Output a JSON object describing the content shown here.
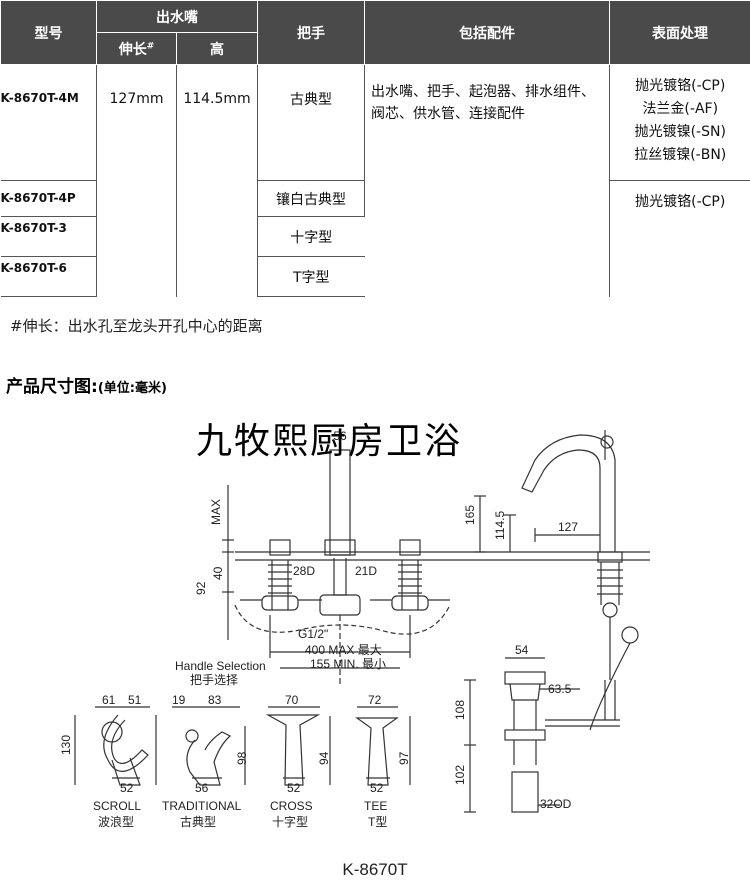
{
  "table": {
    "headers": {
      "model": "型号",
      "spout": "出水嘴",
      "reach": "伸长",
      "reach_mark": "#",
      "height": "高",
      "handle": "把手",
      "parts": "包括配件",
      "finish": "表面处理"
    },
    "rows": [
      {
        "model": "K-8670T-4M",
        "reach": "127mm",
        "height": "114.5mm",
        "handle": "古典型"
      },
      {
        "model": "K-8670T-4P",
        "handle": "镶白古典型"
      },
      {
        "model": "K-8670T-3",
        "handle": "十字型"
      },
      {
        "model": "K-8670T-6",
        "handle": "T字型"
      }
    ],
    "parts_text": "出水嘴、把手、起泡器、排水组件、阀芯、供水管、连接配件",
    "finish_group1": [
      "抛光镀铬(-CP)",
      "法兰金(-AF)",
      "抛光镀镍(-SN)",
      "拉丝镀镍(-BN)"
    ],
    "finish_group2": [
      "抛光镀铬(-CP)"
    ]
  },
  "note": "#伸长：出水孔至龙头开孔中心的距离",
  "section": {
    "title": "产品尺寸图:",
    "unit": "(单位:毫米)"
  },
  "brand": "九牧熙厨房卫浴",
  "drawing": {
    "dims": {
      "d56": "56",
      "max": "MAX",
      "d40": "40",
      "d92": "92",
      "d28d": "28D",
      "d21d": "21D",
      "g12": "G1/2\"",
      "max400": "400 MAX",
      "max400_cn": "最大",
      "min155": "155 MIN.",
      "min155_cn": "最小",
      "d165": "165",
      "d1145": "114.5",
      "d127": "127",
      "d54": "54",
      "d635": "63.5",
      "d108": "108",
      "d102": "102",
      "d32od": "32OD"
    },
    "handle_selection": {
      "en": "Handle Selection",
      "cn": "把手选择"
    },
    "handles": [
      {
        "name_en": "SCROLL",
        "name_cn": "波浪型",
        "top1": "61",
        "top2": "51",
        "side": "130",
        "base": "52"
      },
      {
        "name_en": "TRADITIONAL",
        "name_cn": "古典型",
        "top1": "19",
        "top2": "83",
        "side": "98",
        "base": "56"
      },
      {
        "name_en": "CROSS",
        "name_cn": "十字型",
        "top1": "70",
        "side": "94",
        "base": "52"
      },
      {
        "name_en": "TEE",
        "name_cn": "T型",
        "top1": "72",
        "side": "97",
        "base": "52"
      }
    ],
    "model": "K-8670T"
  }
}
